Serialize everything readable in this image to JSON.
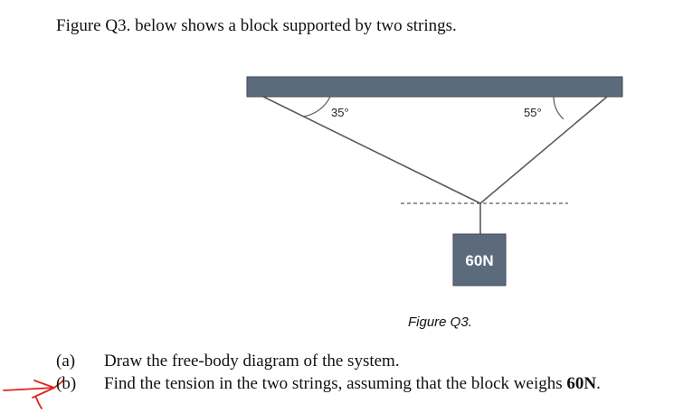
{
  "intro_text": "Figure Q3. below shows a block supported by two strings.",
  "diagram": {
    "left_angle": "35°",
    "right_angle": "55°",
    "block_label": "60N",
    "caption": "Figure Q3.",
    "colors": {
      "ceiling": "#5b6b7c",
      "block": "#5b6b7c",
      "block_text": "#ffffff",
      "line": "#5a5a5a",
      "annotation": "#e2231a"
    }
  },
  "questions": [
    {
      "label": "(a)",
      "text": "Draw the free-body diagram of the system."
    },
    {
      "label": "(b)",
      "text_before": "Find the tension in the two strings, assuming that the block weighs ",
      "bold": "60N",
      "text_after": "."
    }
  ]
}
